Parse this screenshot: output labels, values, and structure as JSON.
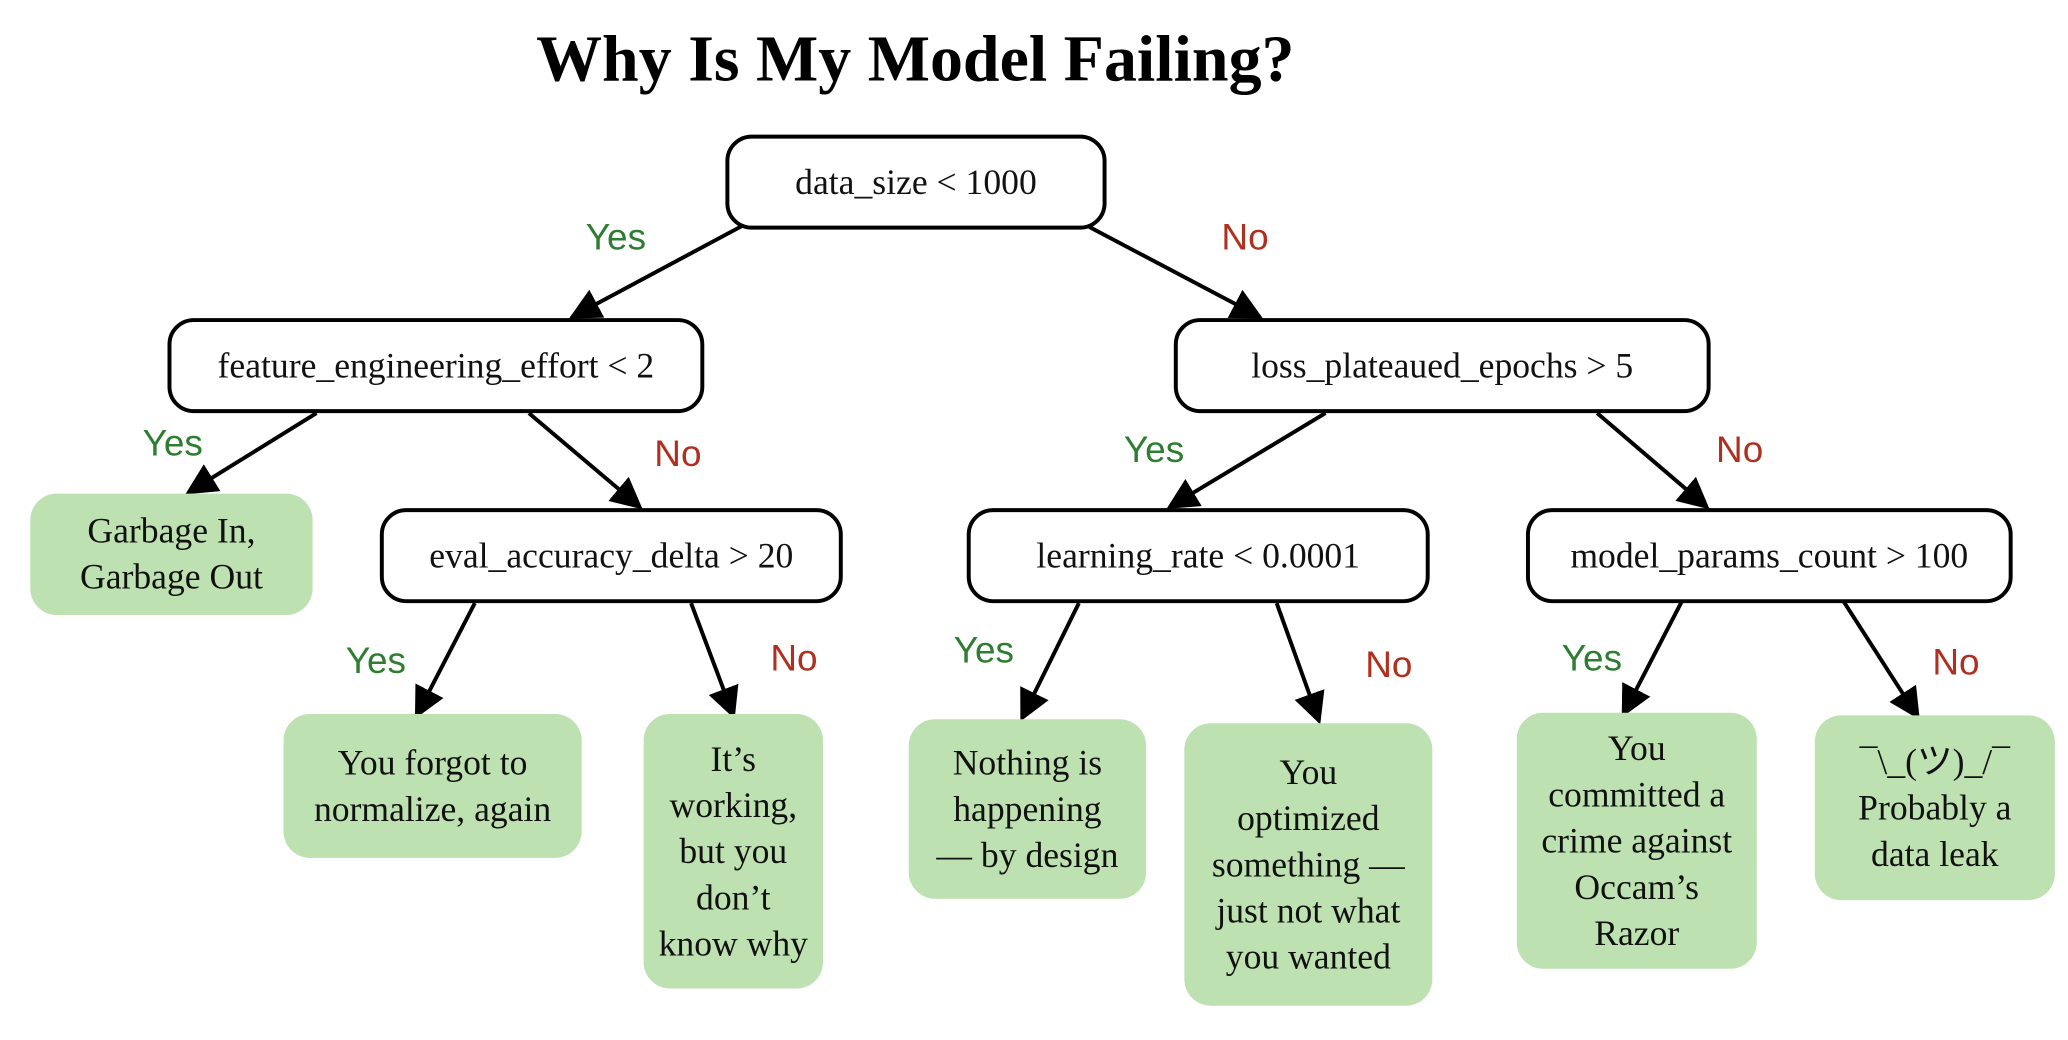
{
  "title": "Why Is My Model Failing?",
  "colors": {
    "yes": "#2e7d32",
    "no": "#b03020",
    "leaf_fill": "#bde1b0",
    "node_border": "#000000"
  },
  "decisions": {
    "root": "data_size < 1000",
    "left": "feature_engineering_effort < 2",
    "right": "loss_plateaued_epochs > 5",
    "left_no": "eval_accuracy_delta > 20",
    "right_yes": "learning_rate < 0.0001",
    "right_no": "model_params_count > 100"
  },
  "leaves": {
    "garbage": "Garbage In,\nGarbage Out",
    "normalize": "You forgot to\nnormalize, again",
    "working": "It’s\nworking,\nbut you\ndon’t\nknow why",
    "nothing": "Nothing is\nhappening\n— by design",
    "optimized": "You\noptimized\nsomething —\njust not what\nyou wanted",
    "occam": "You\ncommitted a\ncrime against\nOccam’s\nRazor",
    "shrug": "¯\\_(ツ)_/¯\nProbably a\ndata leak"
  },
  "edge_labels": {
    "yes": "Yes",
    "no": "No"
  }
}
